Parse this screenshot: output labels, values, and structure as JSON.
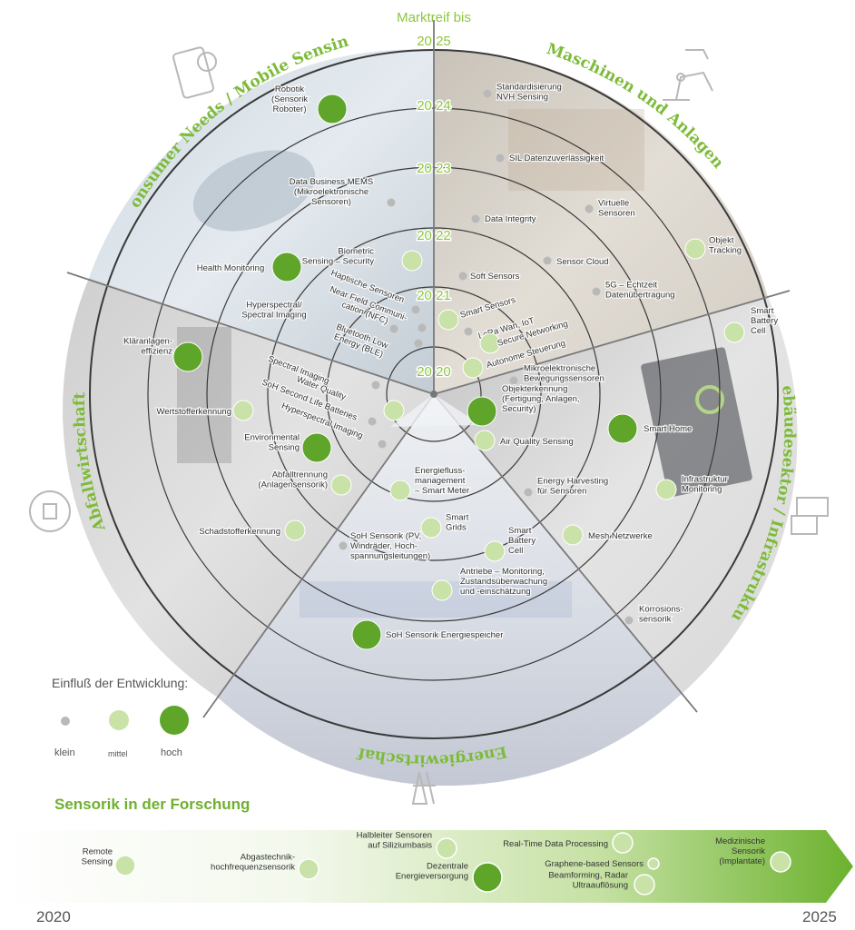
{
  "header": {
    "title": "Marktreif bis"
  },
  "rings": [
    {
      "r": 25,
      "label": "20 25"
    },
    {
      "r": 24,
      "label": "20 24"
    },
    {
      "r": 23,
      "label": "20 23"
    },
    {
      "r": 22,
      "label": "20 22"
    },
    {
      "r": 21,
      "label": "20 21"
    },
    {
      "r": 20,
      "label": "20 20"
    }
  ],
  "sectors": [
    {
      "name": "Consumer Needs / Mobile Sensing"
    },
    {
      "name": "Maschinen und Anlagen"
    },
    {
      "name": "Gebäudesektor / Infrastruktur"
    },
    {
      "name": "Energiewirtschaft"
    },
    {
      "name": "Abfallwirtschaft"
    }
  ],
  "items": [
    {
      "label": "Robotik\n(Sensorik\nRoboter)",
      "size": "hoch"
    },
    {
      "label": "Data Business MEMS\n(Mikroelektronische\nSensoren)",
      "size": "klein"
    },
    {
      "label": "Health Monitoring",
      "size": "hoch"
    },
    {
      "label": "Biometric\nSensing – Security",
      "size": "mittel"
    },
    {
      "label": "Haptische Sensoren",
      "size": "klein"
    },
    {
      "label": "Near Field Communi-\ncation (NFC)",
      "size": "klein"
    },
    {
      "label": "Bluetooth Low\nEnergy (BLE)",
      "size": "klein"
    },
    {
      "label": "Hyperspectral/\nSpectral Imaging",
      "size": "klein"
    },
    {
      "label": "Standardisierung\nNVH Sensing",
      "size": "klein"
    },
    {
      "label": "SIL Datenzuverlässigkeit",
      "size": "klein"
    },
    {
      "label": "Data Integrity",
      "size": "klein"
    },
    {
      "label": "Virtuelle\nSensoren",
      "size": "klein"
    },
    {
      "label": "Sensor Cloud",
      "size": "klein"
    },
    {
      "label": "Objekt\nTracking",
      "size": "mittel"
    },
    {
      "label": "Soft Sensors",
      "size": "klein"
    },
    {
      "label": "5G – Echtzeit\nDatenübertragung",
      "size": "klein"
    },
    {
      "label": "Smart Sensors",
      "size": "mittel"
    },
    {
      "label": "LoRa Wan, IoT",
      "size": "klein"
    },
    {
      "label": "Secure Networking",
      "size": "mittel"
    },
    {
      "label": "Autonome Steuerung",
      "size": "mittel"
    },
    {
      "label": "Smart\nBattery\nCell",
      "size": "mittel"
    },
    {
      "label": "Mikroelektronische\nBewegungssensoren",
      "size": "klein"
    },
    {
      "label": "Objekterkennung\n(Fertigung, Anlagen,\nSecurity)",
      "size": "hoch"
    },
    {
      "label": "Smart Home",
      "size": "hoch"
    },
    {
      "label": "Air Quality Sensing",
      "size": "mittel"
    },
    {
      "label": "Energy Harvesting\nfür Sensoren",
      "size": "klein"
    },
    {
      "label": "Infrastruktur\nMonitoring",
      "size": "mittel"
    },
    {
      "label": "Mesh Netzwerke",
      "size": "mittel"
    },
    {
      "label": "Korrosions-\nsensorik",
      "size": "klein"
    },
    {
      "label": "Energiefluss-\nmanagement\n– Smart Meter",
      "size": "mittel"
    },
    {
      "label": "Smart\nGrids",
      "size": "mittel"
    },
    {
      "label": "SoH Sensorik (PV,\nWindräder, Hoch-\nspannungsleitungen)",
      "size": "klein"
    },
    {
      "label": "Smart\nBattery\nCell",
      "size": "mittel"
    },
    {
      "label": "Antriebe – Monitoring,\nZustandsüberwachung\nund -einschätzung",
      "size": "mittel"
    },
    {
      "label": "SoH Sensorik Energiespeicher",
      "size": "hoch"
    },
    {
      "label": "Kläranlagen-\neffizienz",
      "size": "hoch"
    },
    {
      "label": "Wertstofferkennung",
      "size": "mittel"
    },
    {
      "label": "Spectral Imaging",
      "size": "klein"
    },
    {
      "label": "Water Quality",
      "size": "mittel"
    },
    {
      "label": "SoH Second Life Batteries",
      "size": "klein"
    },
    {
      "label": "Hyperspectral Imaging",
      "size": "klein"
    },
    {
      "label": "Environmental\nSensing",
      "size": "hoch"
    },
    {
      "label": "Abfalltrennung\n(Anlagensensorik)",
      "size": "mittel"
    },
    {
      "label": "Schadstofferkennung",
      "size": "mittel"
    }
  ],
  "legend": {
    "title": "Einfluß der Entwicklung:",
    "entries": [
      {
        "label": "klein",
        "size": "klein"
      },
      {
        "label": "mittel",
        "size": "mittel"
      },
      {
        "label": "hoch",
        "size": "hoch"
      }
    ]
  },
  "research": {
    "title": "Sensorik in der Forschung",
    "start_year": "2020",
    "end_year": "2025",
    "items": [
      {
        "label": "Remote\nSensing",
        "size": "mittel"
      },
      {
        "label": "Abgastechnik-\nhochfrequenzsensorik",
        "size": "mittel"
      },
      {
        "label": "Halbleiter Sensoren\nauf Siliziumbasis",
        "size": "mittel"
      },
      {
        "label": "Dezentrale\nEnergieversorgung",
        "size": "hoch"
      },
      {
        "label": "Real-Time Data Processing",
        "size": "mittel"
      },
      {
        "label": "Graphene-based Sensors",
        "size": "mittel"
      },
      {
        "label": "Beamforming, Radar\nUltraauflösung",
        "size": "mittel"
      },
      {
        "label": "Medizinische\nSensorik\n(Implantate)",
        "size": "mittel"
      }
    ]
  },
  "colors": {
    "accent": "#8dc63f",
    "hoch": "#5ea52a",
    "mittel": "#c9e2a8",
    "klein": "#b9b9b9",
    "ring": "#3a3a3a"
  }
}
